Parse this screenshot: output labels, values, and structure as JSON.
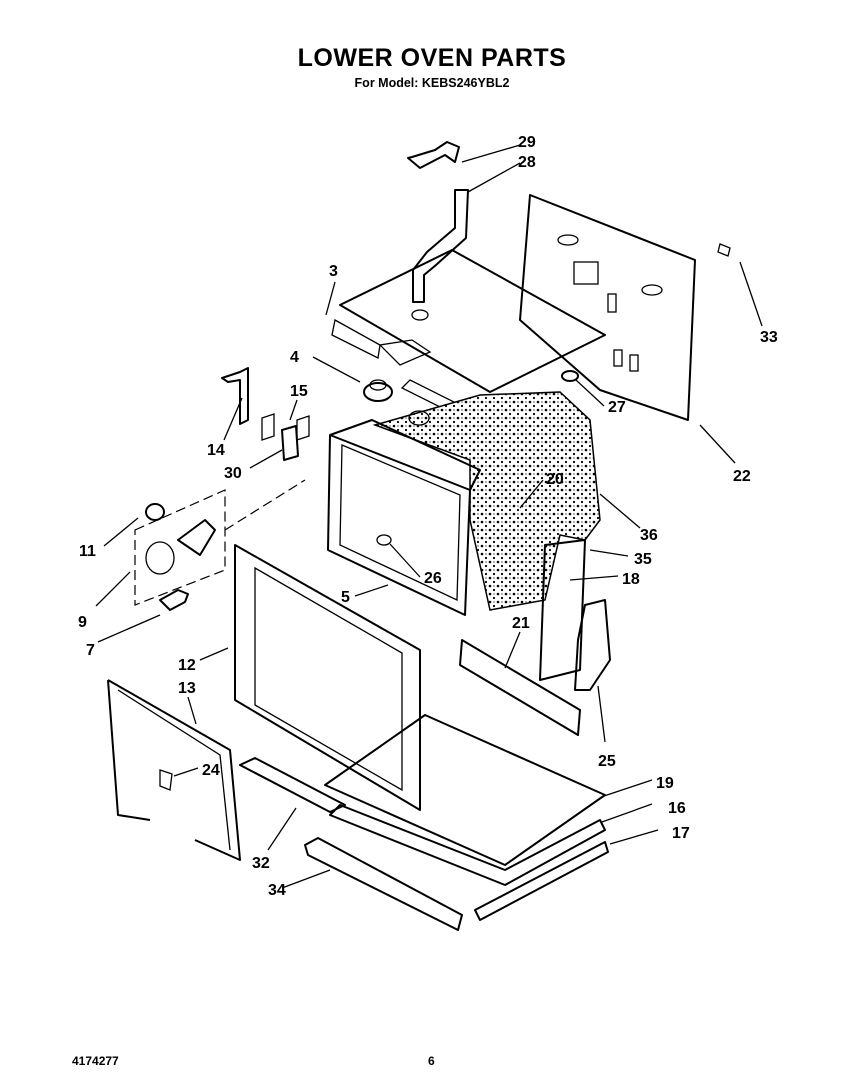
{
  "header": {
    "title": "LOWER OVEN PARTS",
    "model_line": "For Model: KEBS246YBL2"
  },
  "footer": {
    "doc_number": "4174277",
    "page_number": "6"
  },
  "callouts": [
    "29",
    "28",
    "3",
    "33",
    "4",
    "15",
    "14",
    "30",
    "27",
    "22",
    "20",
    "36",
    "35",
    "11",
    "18",
    "9",
    "26",
    "5",
    "7",
    "21",
    "12",
    "13",
    "25",
    "24",
    "19",
    "16",
    "17",
    "32",
    "34"
  ]
}
